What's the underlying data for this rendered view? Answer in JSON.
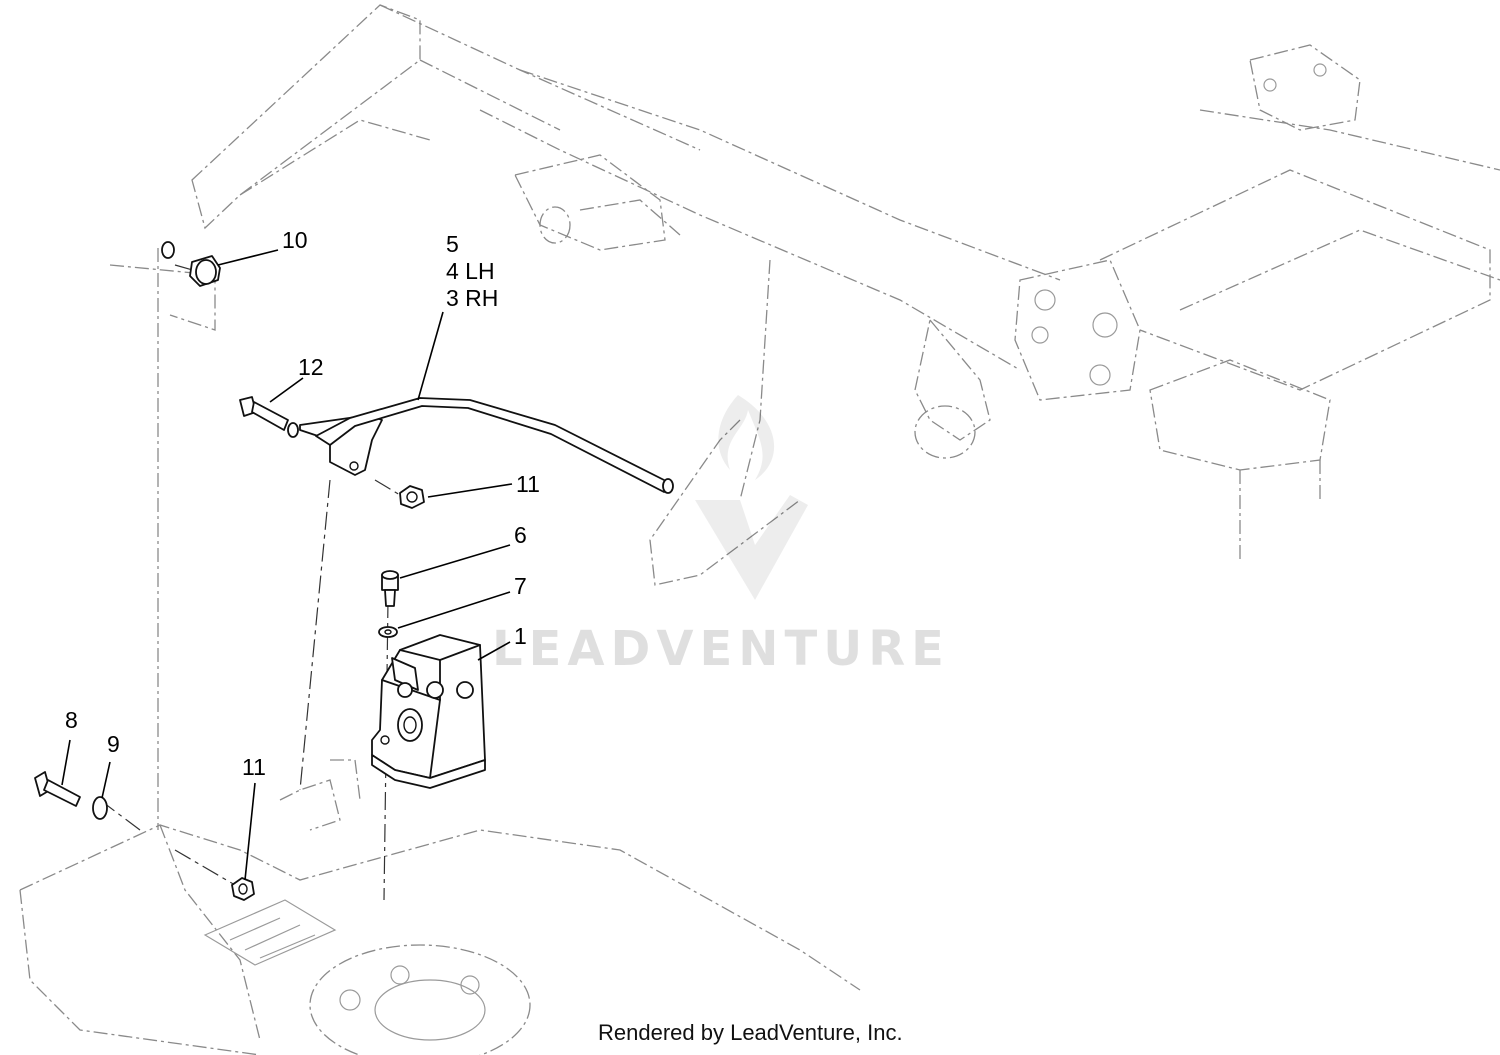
{
  "callouts": {
    "c10": "10",
    "c5": "5",
    "c4lh": "4 LH",
    "c3rh": "3 RH",
    "c12": "12",
    "c11_upper": "11",
    "c6": "6",
    "c7": "7",
    "c1": "1",
    "c8": "8",
    "c9": "9",
    "c11_lower": "11"
  },
  "watermark": "LEADVENTURE",
  "footer": "Rendered by LeadVenture, Inc."
}
